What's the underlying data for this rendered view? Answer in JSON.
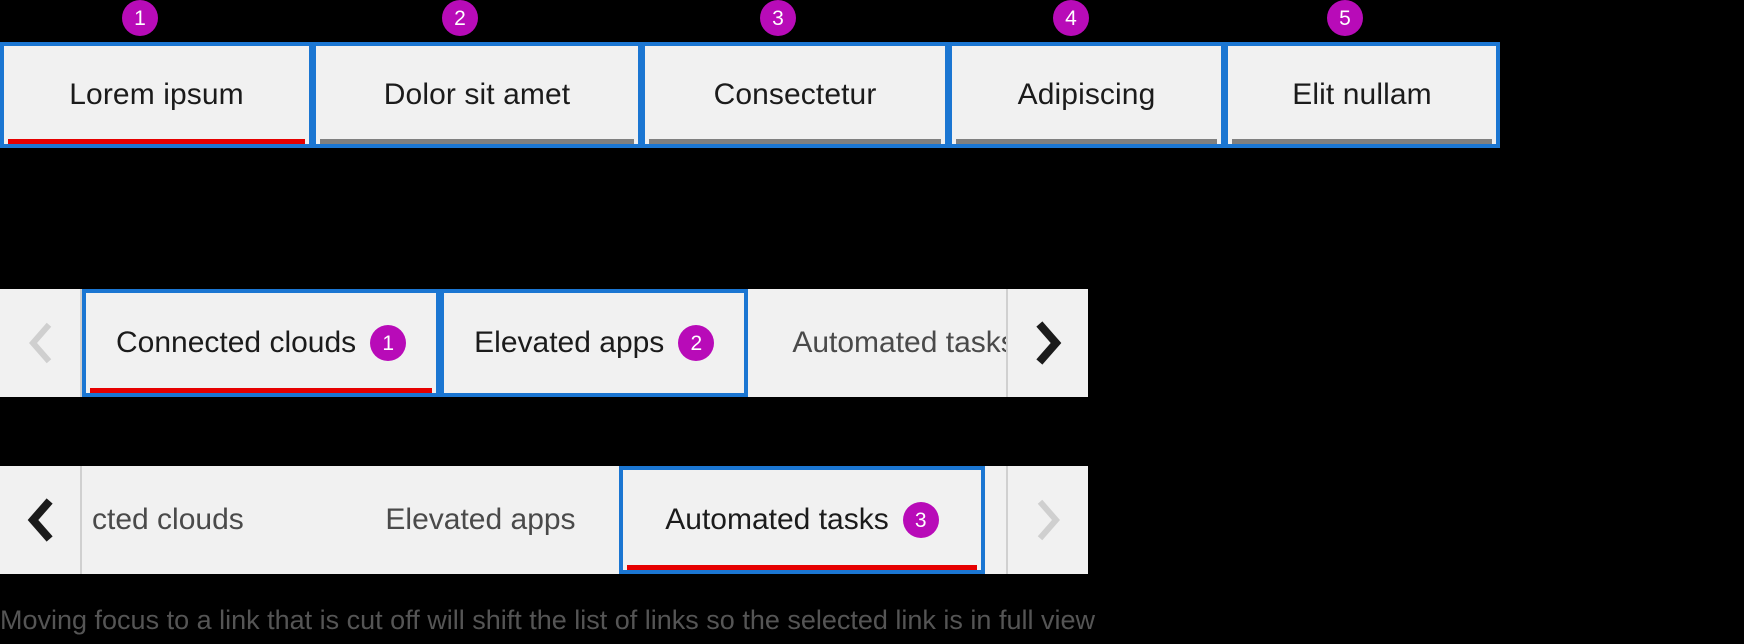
{
  "colors": {
    "marker": "#b80bb8",
    "focus_ring": "#1b76d2",
    "selected_underline": "#e60000",
    "idle_underline": "#808080",
    "surface": "#f1f1f1",
    "page_background": "#000000",
    "text": "#1b1b1b",
    "muted_text": "#4a4a4a",
    "disabled_icon": "#cfcfcf"
  },
  "top_tabs": {
    "name": "lorem-tab-strip",
    "items": [
      {
        "label": "Lorem ipsum",
        "marker": "1",
        "selected": true,
        "focused": true
      },
      {
        "label": "Dolor sit amet",
        "marker": "2",
        "selected": false,
        "focused": true
      },
      {
        "label": "Consectetur",
        "marker": "3",
        "selected": false,
        "focused": true
      },
      {
        "label": "Adipiscing",
        "marker": "4",
        "selected": false,
        "focused": true
      },
      {
        "label": "Elit nullam",
        "marker": "5",
        "selected": false,
        "focused": true
      }
    ]
  },
  "scroll_row_1": {
    "name": "connected-clouds-row",
    "prev_icon": "chevron-left-icon",
    "next_icon": "chevron-right-icon",
    "prev_enabled": false,
    "next_enabled": true,
    "items": [
      {
        "label": "Connected clouds",
        "marker": "1",
        "selected": true,
        "focused": true,
        "clipped": false
      },
      {
        "label": "Elevated apps",
        "marker": "2",
        "selected": false,
        "focused": true,
        "clipped": false
      },
      {
        "label": "Automated tasks",
        "marker": "",
        "selected": false,
        "focused": false,
        "clipped": true
      }
    ]
  },
  "scroll_row_2": {
    "name": "automated-tasks-row",
    "prev_icon": "chevron-left-icon",
    "next_icon": "chevron-right-icon",
    "prev_enabled": true,
    "next_enabled": false,
    "items": [
      {
        "label": "cted clouds",
        "marker": "",
        "selected": false,
        "focused": false,
        "clipped": true
      },
      {
        "label": "Elevated apps",
        "marker": "",
        "selected": false,
        "focused": false,
        "clipped": false
      },
      {
        "label": "Automated tasks",
        "marker": "3",
        "selected": true,
        "focused": true,
        "clipped": false
      }
    ]
  },
  "caption": {
    "text": "Moving focus to a link that is cut off will shift the list of links so the selected link is in full view"
  }
}
